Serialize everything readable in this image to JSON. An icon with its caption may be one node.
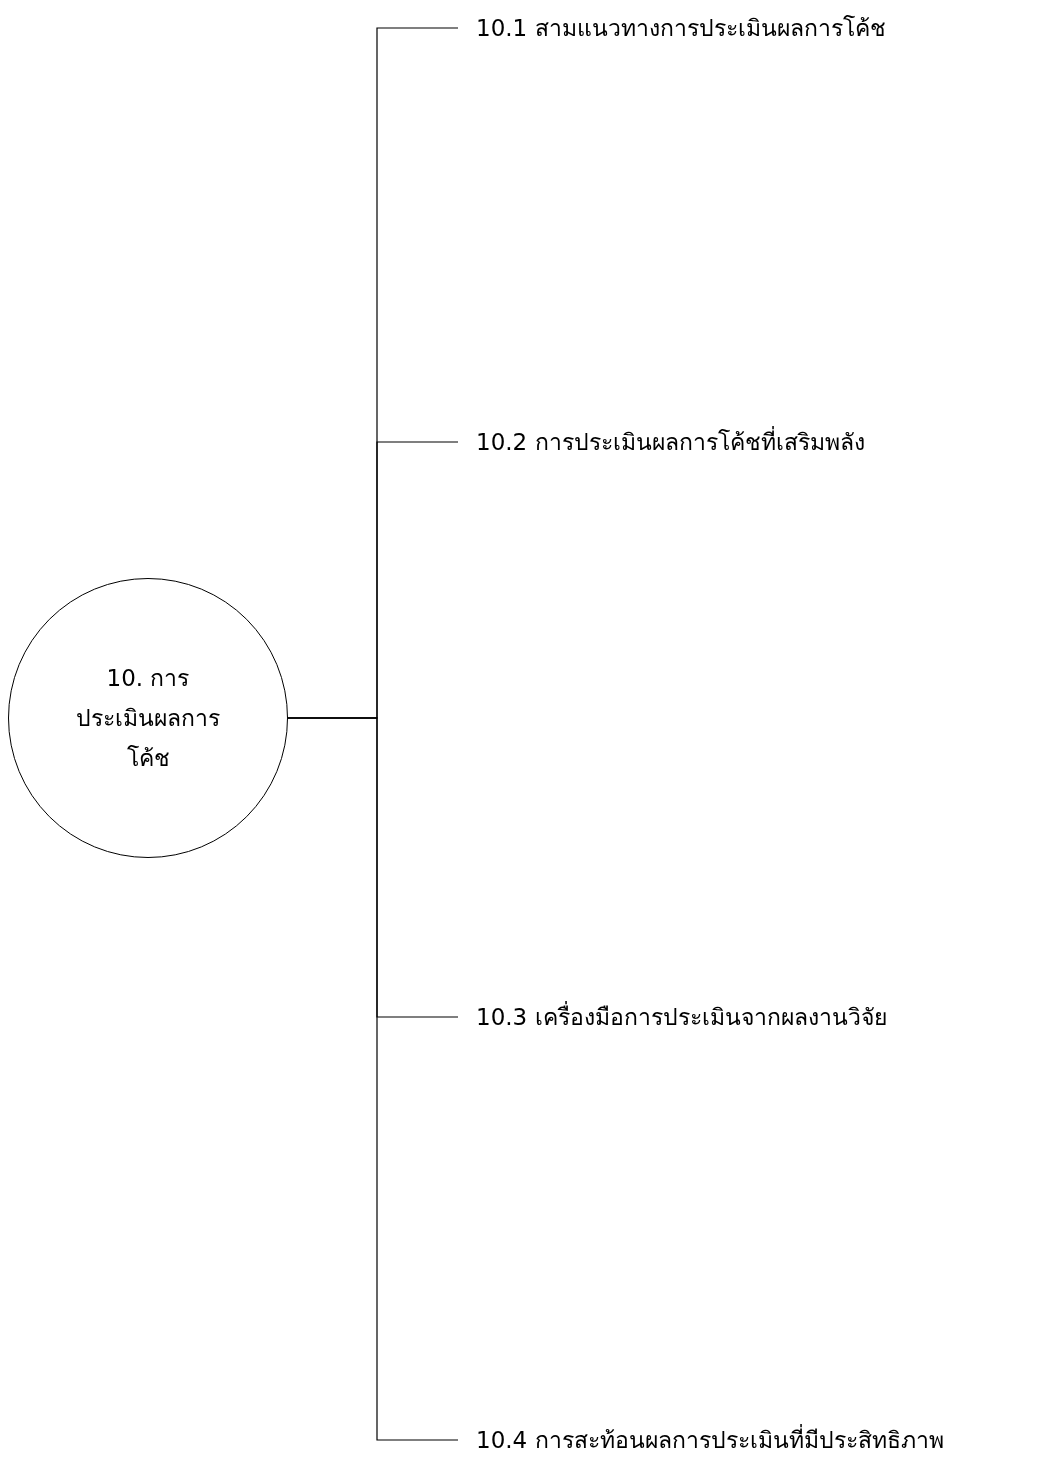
{
  "diagram": {
    "nodes": [
      {
        "text": [
          "10. การประเมินผลการโค้ช"
        ]
      },
      {
        "text": [
          "10.1 สามแนวทางการประเมินผลการโค้ช"
        ]
      },
      {
        "text": [
          "10.2 การประเมินผลการโค้ชที่เสริมพลัง"
        ]
      },
      {
        "text": [
          "10.3 เครื่องมือการประเมินจากผลงานวิจัย"
        ]
      },
      {
        "text": [
          "10.4 การสะท้อนผลการประเมินที่มีประสิทธิภาพ"
        ]
      }
    ],
    "edges": [
      {
        "from": 0,
        "to": 1,
        "arrow": "none"
      },
      {
        "from": 0,
        "to": 2,
        "arrow": "none"
      },
      {
        "from": 0,
        "to": 3,
        "arrow": "none"
      },
      {
        "from": 0,
        "to": 4,
        "arrow": "none"
      }
    ]
  }
}
